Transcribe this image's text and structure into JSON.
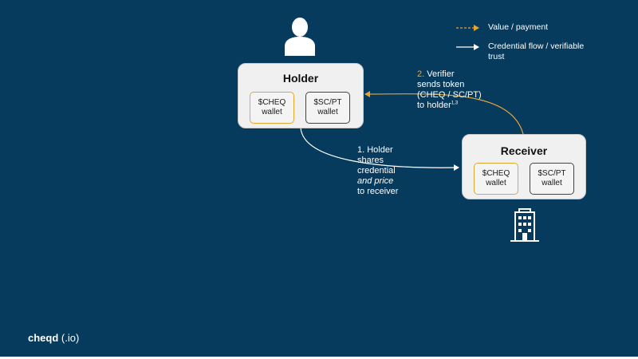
{
  "legend": {
    "value_label": "Value / payment",
    "credential_label_line1": "Credential flow / verifiable",
    "credential_label_line2": "trust"
  },
  "holder": {
    "title": "Holder",
    "wallet_cheq_line1": "$CHEQ",
    "wallet_cheq_line2": "wallet",
    "wallet_scpt_line1": "$SC/PT",
    "wallet_scpt_line2": "wallet"
  },
  "receiver": {
    "title": "Receiver",
    "wallet_cheq_line1": "$CHEQ",
    "wallet_cheq_line2": "wallet",
    "wallet_scpt_line1": "$SC/PT",
    "wallet_scpt_line2": "wallet"
  },
  "step1": {
    "line1": "1. Holder",
    "line2": "shares",
    "line3": "credential",
    "line4": "and price",
    "line5": "to receiver"
  },
  "step2": {
    "number": "2.",
    "line1_rest": " Verifier",
    "line2": "sends token",
    "line3": "(CHEQ / SC/PT)",
    "line4": "to holder",
    "superscript": "1,3"
  },
  "brand": {
    "name": "cheqd",
    "suffix": " (.io)"
  },
  "colors": {
    "background": "#073b5e",
    "value_arrow": "#e6a434",
    "credential_arrow": "#ffffff",
    "cheq_wallet_border": "#e0a82e"
  },
  "icons": {
    "holder": "person-icon",
    "receiver": "building-icon"
  }
}
